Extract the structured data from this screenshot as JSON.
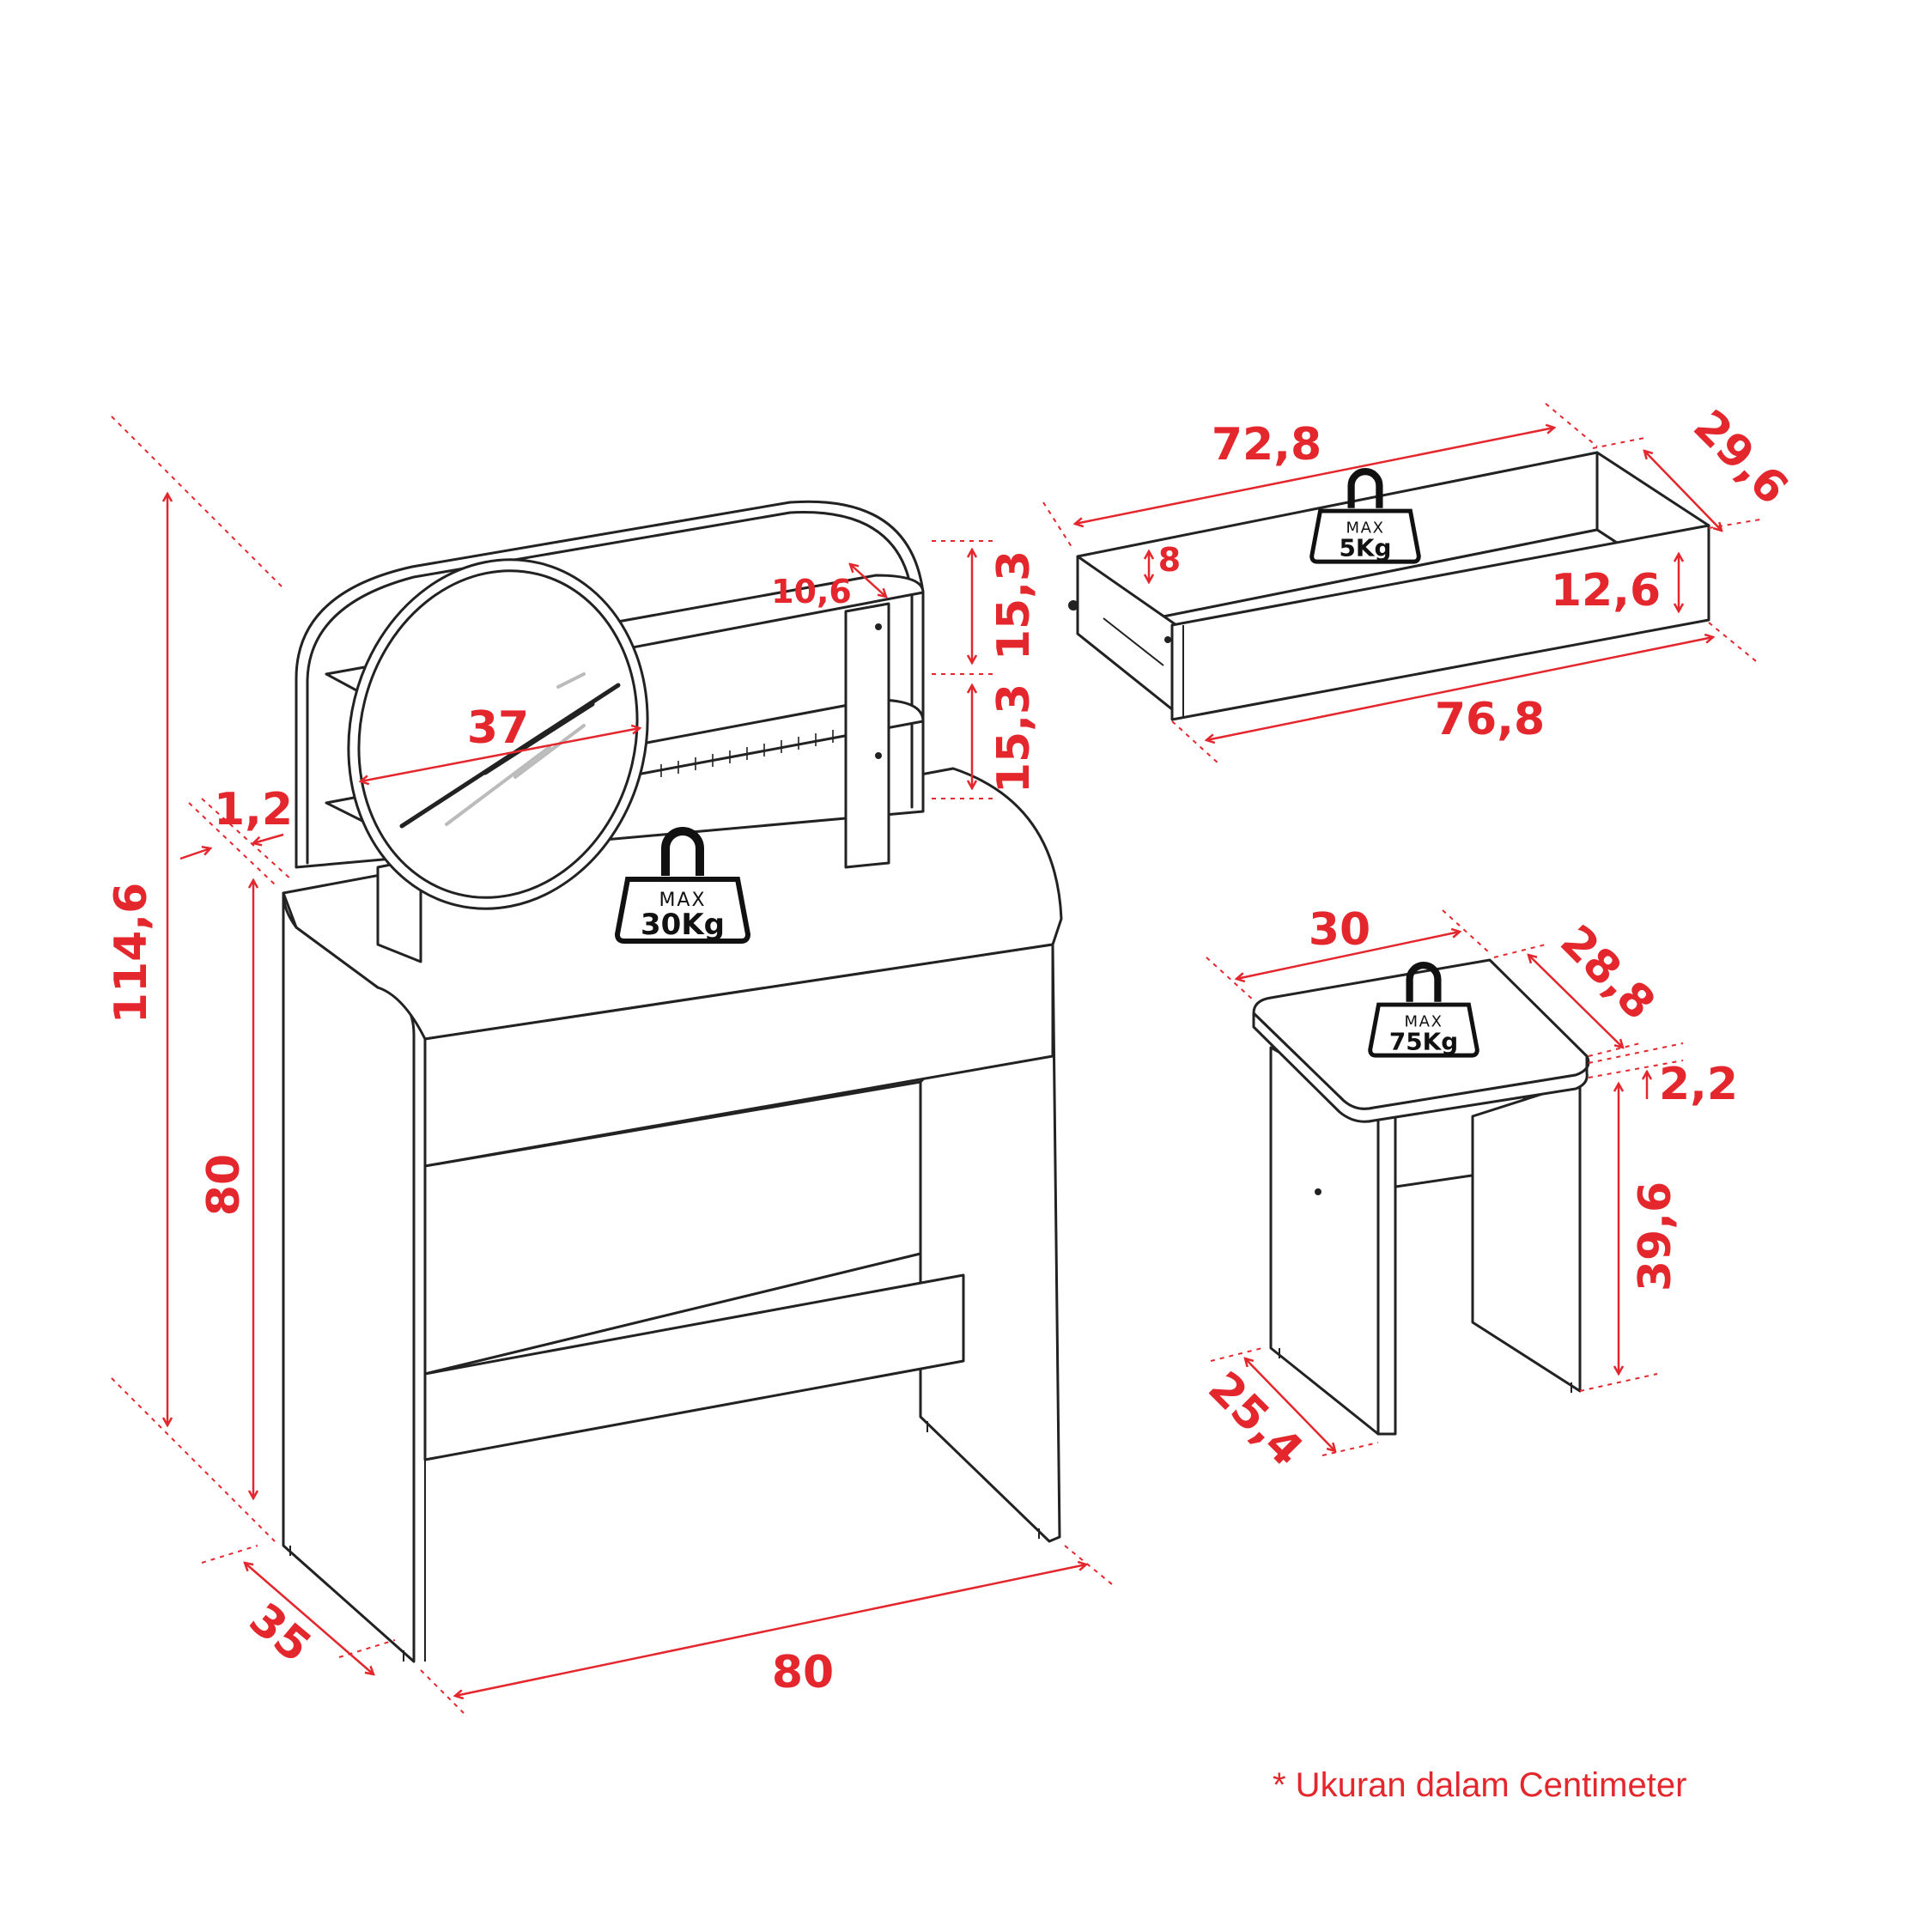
{
  "colors": {
    "dimension": "#e4262d",
    "outline": "#222222"
  },
  "dresser": {
    "total_height": "114,6",
    "table_height": "80",
    "width": "80",
    "depth": "35",
    "panel_thickness": "1,2",
    "mirror_diameter": "37",
    "shelf_depth": "10,6",
    "shelf_spacing_top": "15,3",
    "shelf_spacing_bottom": "15,3",
    "load_max_label": "MAX",
    "load_value": "30Kg"
  },
  "drawer": {
    "inner_width": "72,8",
    "depth": "29,6",
    "inner_height": "8",
    "front_height": "12,6",
    "outer_width": "76,8",
    "load_max_label": "MAX",
    "load_value": "5Kg"
  },
  "stool": {
    "width": "30",
    "depth": "28,8",
    "seat_thickness": "2,2",
    "leg_height": "39,6",
    "base_depth": "25,4",
    "load_max_label": "MAX",
    "load_value": "75Kg"
  },
  "footnote": "* Ukuran dalam Centimeter"
}
